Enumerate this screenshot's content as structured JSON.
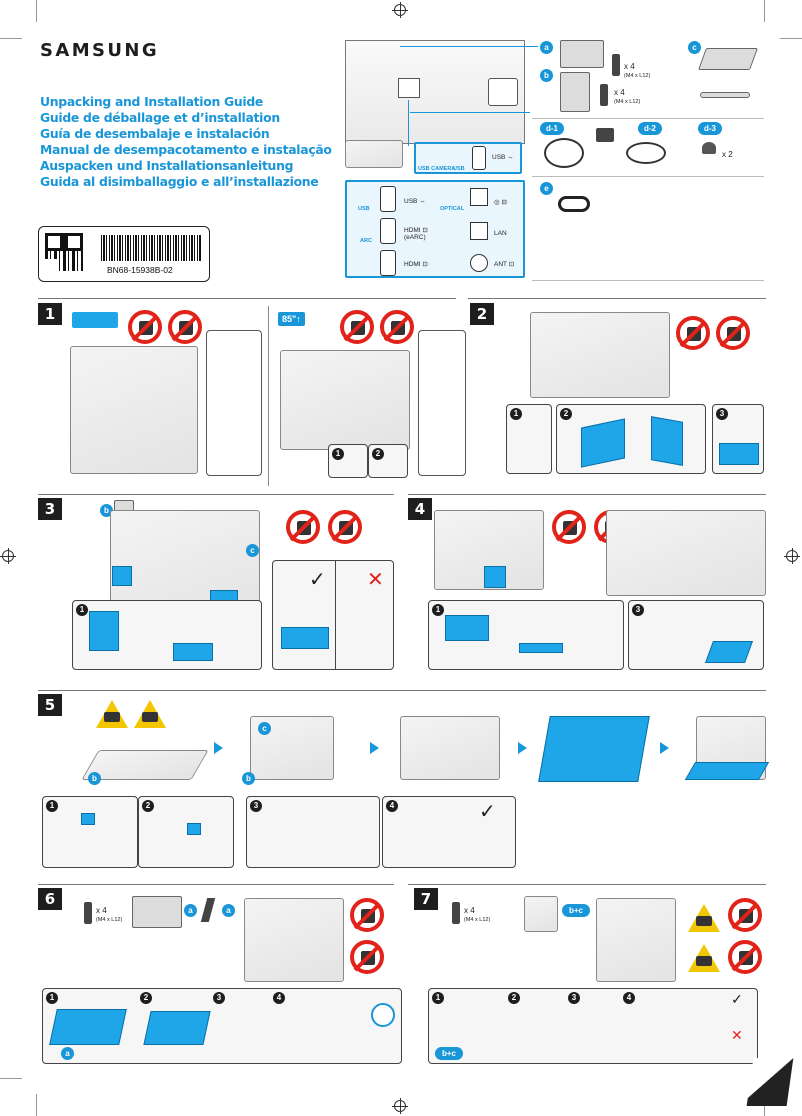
{
  "brand": {
    "logo": "SAMSUNG"
  },
  "titles": [
    "Unpacking and Installation Guide",
    "Guide de déballage et d’installation",
    "Guía de desembalaje e instalación",
    "Manual de desempacotamento e instalação",
    "Auspacken und Installationsanleitung",
    "Guida al disimballaggio e all’installazione"
  ],
  "code_label": "BN68-15938B-02",
  "ports": {
    "top": {
      "usb_camera": "USB CAMERA",
      "usb": "USB",
      "usb_right": "USB ⇔"
    },
    "rows": [
      {
        "blue": "USB",
        "label": "USB ⇔",
        "right_blue": "OPTICAL",
        "right_label": "◎ ⊟"
      },
      {
        "blue": "ARC",
        "label": "HDMI ⊡ (eARC)",
        "right_blue": "",
        "right_label": "LAN"
      },
      {
        "blue": "",
        "label": "HDMI ⊡",
        "right_blue": "",
        "right_label": "ANT ⊡"
      }
    ]
  },
  "parts": {
    "a": {
      "badge": "a",
      "qty": "x 4",
      "spec": "(M4 x L12)"
    },
    "b": {
      "badge": "b",
      "qty": "x 4",
      "spec": "(M4 x L12)"
    },
    "c": {
      "badge": "c"
    },
    "d1": {
      "badge": "d-1"
    },
    "d2": {
      "badge": "d-2"
    },
    "d3": {
      "badge": "d-3",
      "qty": "x 2"
    },
    "e": {
      "badge": "e"
    }
  },
  "steps": [
    {
      "num": "1",
      "size_tag": "85\"↑"
    },
    {
      "num": "2"
    },
    {
      "num": "3",
      "badges": [
        "b",
        "c"
      ]
    },
    {
      "num": "4"
    },
    {
      "num": "5",
      "badges": [
        "b",
        "c",
        "b"
      ]
    },
    {
      "num": "6",
      "qty": "x 4",
      "spec": "(M4 x L12)",
      "badges": [
        "a",
        "a",
        "a"
      ]
    },
    {
      "num": "7",
      "qty": "x 4",
      "spec": "(M4 x L12)",
      "badge": "b+c",
      "sub_badge": "b+c"
    }
  ],
  "sub_numbers": [
    "1",
    "2",
    "3",
    "4"
  ],
  "marks": {
    "check": "✓",
    "cross": "✕"
  },
  "colors": {
    "accent": "#1996d8",
    "warning": "#f4c600",
    "prohibit": "#e2231a"
  }
}
